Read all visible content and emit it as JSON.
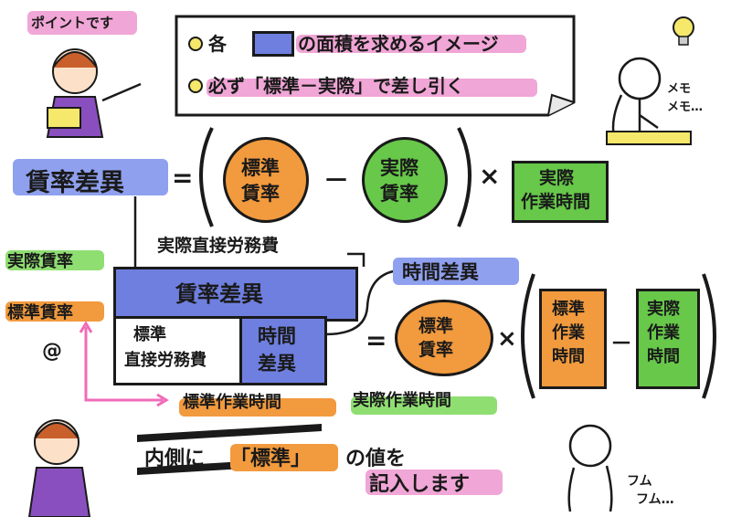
{
  "header": {
    "point_label": "ポイントです",
    "bullet1_prefix": "各",
    "bullet1_suffix": "の面積を求めるイメージ",
    "bullet2": "必ず「標準－実際」で差し引く"
  },
  "formula1": {
    "lhs": "賃率差異",
    "equals": "=",
    "standard_rate": [
      "標準",
      "賃率"
    ],
    "minus": "－",
    "actual_rate": [
      "実際",
      "賃率"
    ],
    "times": "×",
    "actual_hours": [
      "実際",
      "作業時間"
    ]
  },
  "box_diagram": {
    "outer_label": "実際直接労務費",
    "top_bar": "賃率差異",
    "inner_left": [
      "標準",
      "直接労務費"
    ],
    "inner_right": [
      "時間",
      "差異"
    ],
    "left_label_actual": "実際賃率",
    "left_label_standard": "標準賃率",
    "at_symbol": "@",
    "bottom_label_standard": "標準作業時間",
    "bottom_label_actual": "実際作業時間"
  },
  "formula2": {
    "lhs": "時間差異",
    "equals": "=",
    "standard_rate": [
      "標準",
      "賃率"
    ],
    "times": "×",
    "standard_hours": [
      "標準",
      "作業",
      "時間"
    ],
    "minus": "－",
    "actual_hours": [
      "実際",
      "作業",
      "時間"
    ]
  },
  "notes": {
    "memo": [
      "メモ",
      "メモ…"
    ],
    "inside_rule_line1_a": "内側に",
    "inside_rule_line1_b": "「標準」",
    "inside_rule_line1_c": "の値を",
    "inside_rule_line2": "記入します",
    "fumu": [
      "フム",
      "フム…"
    ]
  },
  "colors": {
    "blue": "#6f7fe0",
    "blue_hl": "#8fa0ee",
    "orange": "#f29a3e",
    "green": "#67c84a",
    "green_hl": "#8fde72",
    "pink": "#f0a6d6",
    "yellow": "#f5e86a"
  }
}
